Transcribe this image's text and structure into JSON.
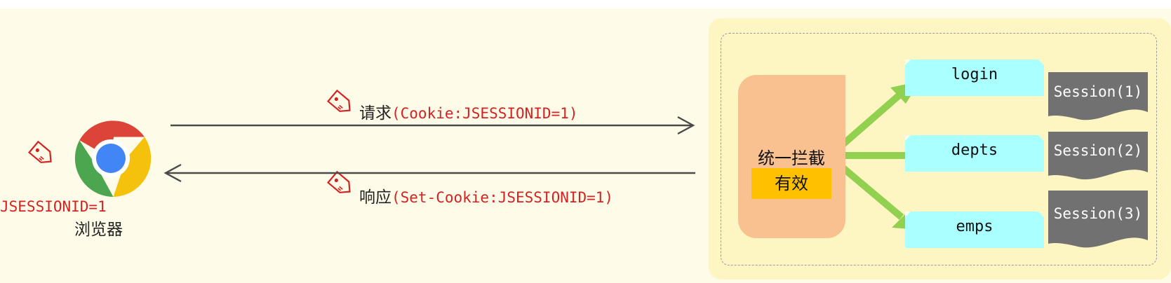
{
  "browser": {
    "cookie_id": "JSESSIONID=1",
    "label": "浏览器",
    "icon": "chrome-icon",
    "tag_icon": "tag-icon"
  },
  "request": {
    "prefix": "请求",
    "detail": "(Cookie:JSESSIONID=1)"
  },
  "response": {
    "prefix": "响应",
    "detail": "(Set-Cookie:JSESSIONID=1)"
  },
  "server": {
    "interceptor_label": "统一拦截",
    "valid_label": "有效",
    "routes": [
      {
        "name": "login",
        "session": "Session(1)"
      },
      {
        "name": "depts",
        "session": "Session(2)"
      },
      {
        "name": "emps",
        "session": "Session(3)"
      }
    ]
  },
  "colors": {
    "background": "#fefce9",
    "server_panel": "#fdf6c3",
    "interceptor": "#f8c18f",
    "valid_badge": "#ffc000",
    "route_box": "#aaffff",
    "session_box": "#717171",
    "arrow_green": "#92d050",
    "red_text": "#d42222"
  }
}
